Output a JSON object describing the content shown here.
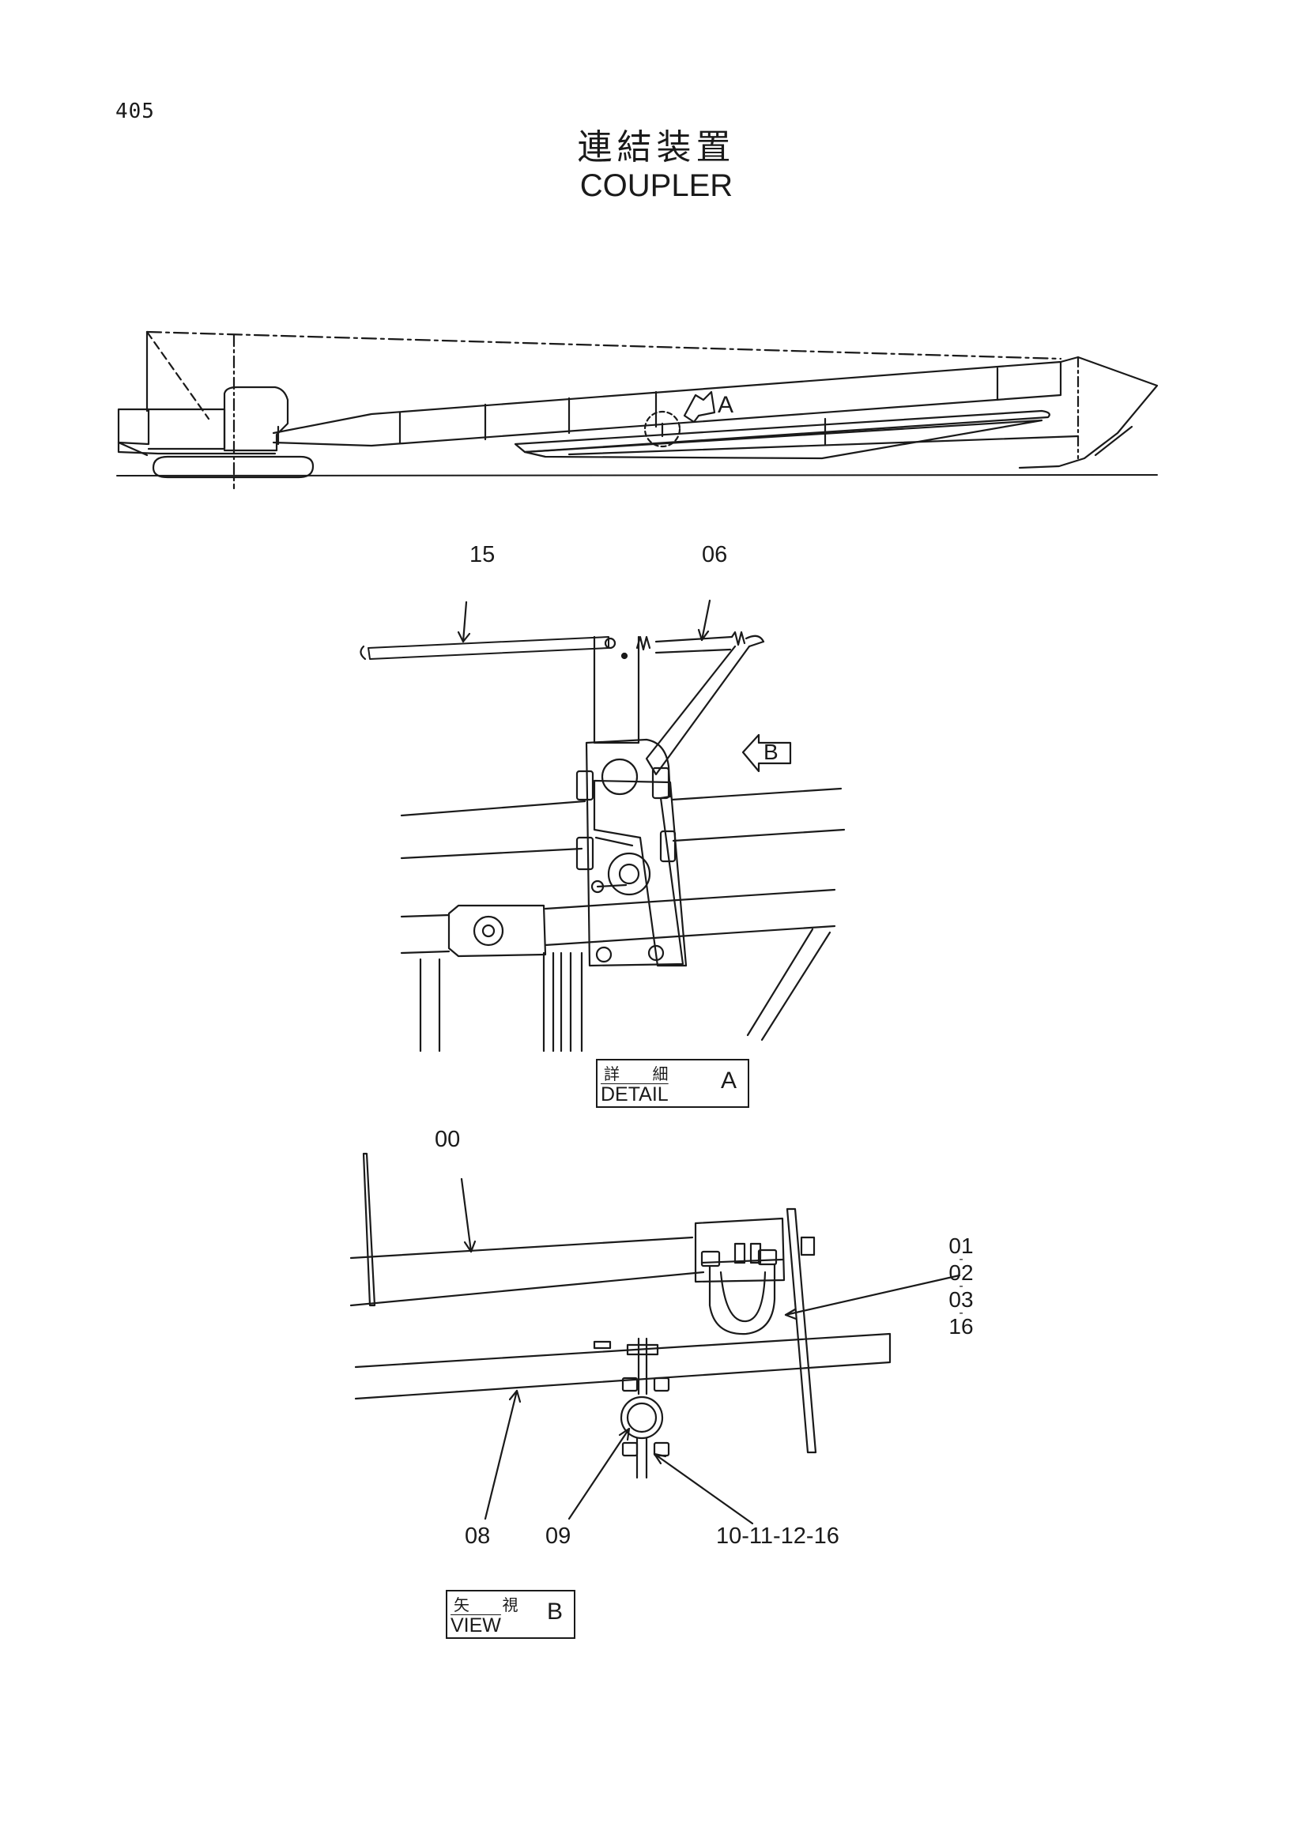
{
  "page_number": "405",
  "title": {
    "ja": "連結装置",
    "en": "COUPLER"
  },
  "overview": {
    "detail_marker": "A"
  },
  "detail_a": {
    "callouts": {
      "part_15": "15",
      "part_06": "06"
    },
    "view_marker": "B",
    "label": {
      "ja": "詳 細",
      "en": "DETAIL",
      "letter": "A"
    }
  },
  "view_b": {
    "callouts": {
      "part_00": "00",
      "parts_01_02_03_16": [
        "01",
        "-",
        "02",
        "-",
        "03",
        "-",
        "16"
      ],
      "part_08": "08",
      "part_09": "09",
      "parts_10_11_12_16": "10-11-12-16"
    },
    "label": {
      "ja": "矢 視",
      "en": "VIEW",
      "letter": "B"
    }
  }
}
